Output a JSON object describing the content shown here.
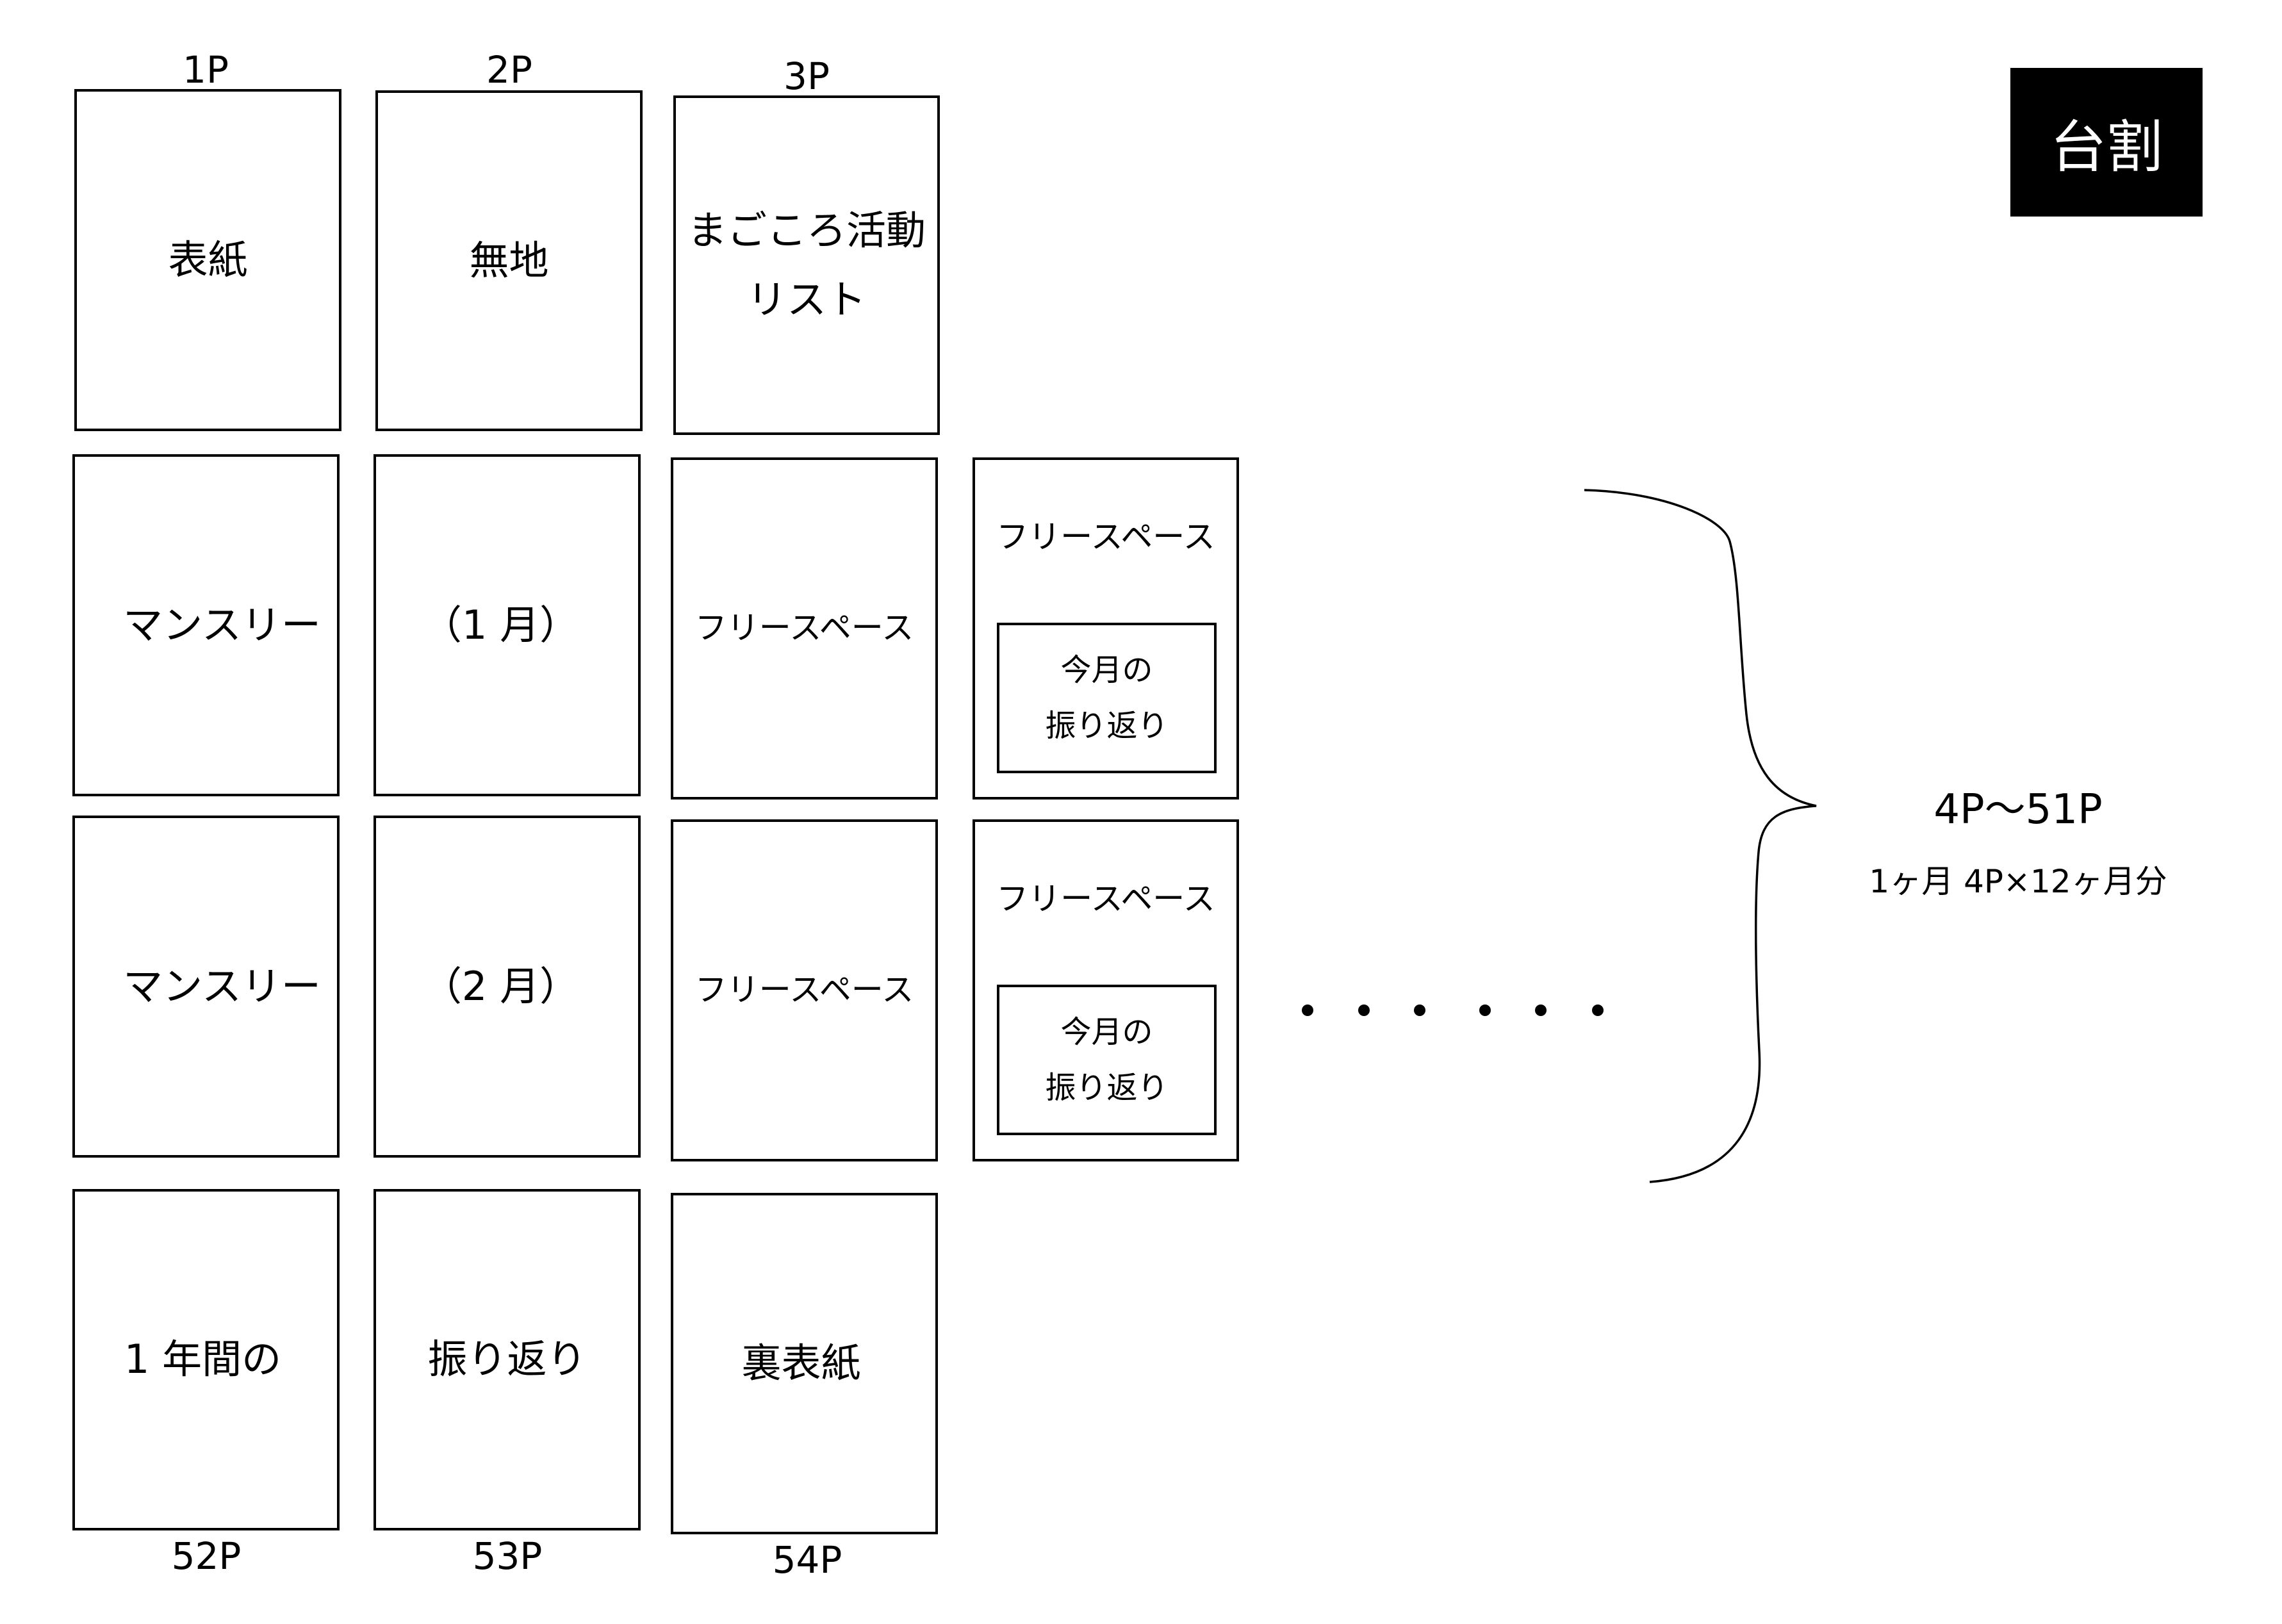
{
  "title": "台割",
  "pages": [
    {
      "id": "p1",
      "label_top": "1P",
      "text": "表紙"
    },
    {
      "id": "p2",
      "label_top": "2P",
      "text": "無地"
    },
    {
      "id": "p3",
      "label_top": "3P",
      "text": "まごころ活動\nリスト"
    },
    {
      "id": "m1a",
      "text": "マンスリー"
    },
    {
      "id": "m1b",
      "text": "（1 月）"
    },
    {
      "id": "m1c",
      "text": "フリースペース"
    },
    {
      "id": "m1d",
      "text": "フリースペース",
      "inner": "今月の\n振り返り"
    },
    {
      "id": "m2a",
      "text": "マンスリー"
    },
    {
      "id": "m2b",
      "text": "（2 月）"
    },
    {
      "id": "m2c",
      "text": "フリースペース"
    },
    {
      "id": "m2d",
      "text": "フリースペース",
      "inner": "今月の\n振り返り"
    },
    {
      "id": "p52",
      "label_bottom": "52P",
      "text": "1 年間の"
    },
    {
      "id": "p53",
      "label_bottom": "53P",
      "text": "振り返り"
    },
    {
      "id": "p54",
      "label_bottom": "54P",
      "text": "裏表紙"
    }
  ],
  "continuation": {
    "dot_count": 6
  },
  "range": {
    "label": "4P〜51P",
    "note": "1ヶ月 4P×12ヶ月分"
  }
}
